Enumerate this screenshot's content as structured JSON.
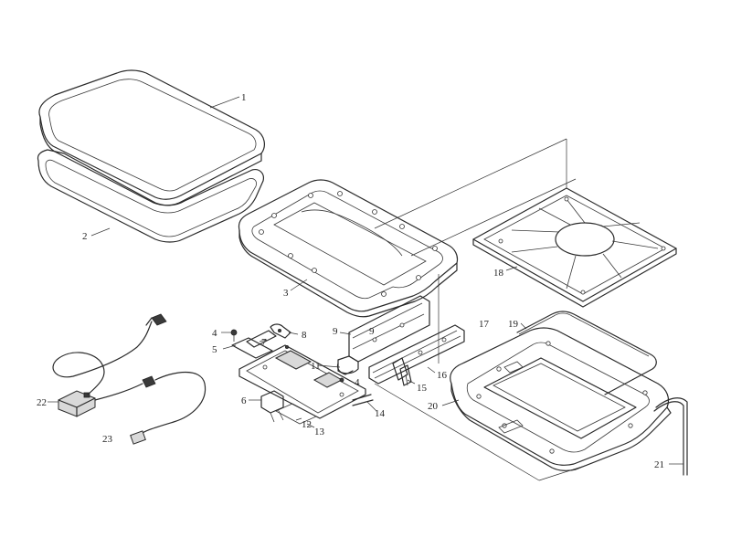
{
  "callouts": {
    "c1": "1",
    "c2": "2",
    "c3": "3",
    "c4a": "4",
    "c4b": "4",
    "c5": "5",
    "c6": "6",
    "c7": "7",
    "c8": "8",
    "c9a": "9",
    "c9b": "9",
    "c11": "11",
    "c12": "12",
    "c13": "13",
    "c14": "14",
    "c15": "15",
    "c16": "16",
    "c17": "17",
    "c18": "18",
    "c19": "19",
    "c20": "20",
    "c21": "21",
    "c22": "22",
    "c23": "23"
  }
}
